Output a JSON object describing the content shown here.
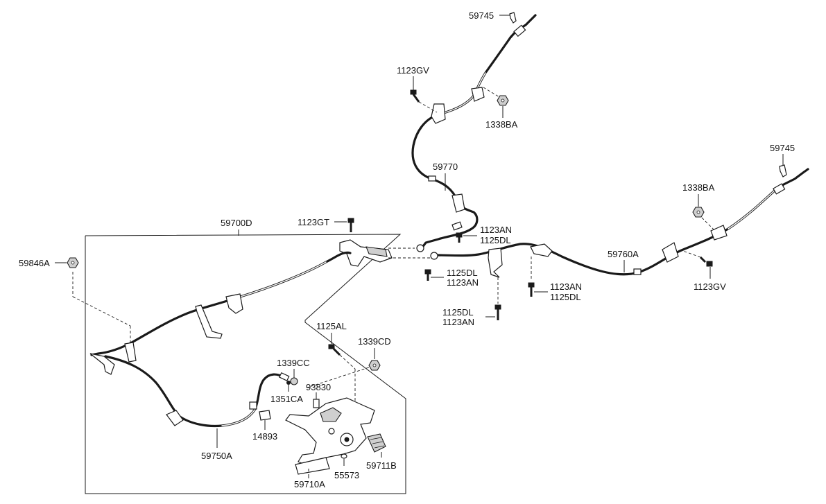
{
  "labels": {
    "p59745_top": "59745",
    "p1123gv_top": "1123GV",
    "p1338ba_top": "1338BA",
    "p59770": "59770",
    "p59745_right": "59745",
    "p1338ba_right": "1338BA",
    "p59700d": "59700D",
    "p1123gt": "1123GT",
    "p1123an_a": "1123AN",
    "p1125dl_a": "1125DL",
    "p59846a": "59846A",
    "p1125dl_b": "1125DL",
    "p1123an_b": "1123AN",
    "p59760a": "59760A",
    "p1123gv_right": "1123GV",
    "p1123an_c": "1123AN",
    "p1125dl_c": "1125DL",
    "p1125dl_d": "1125DL",
    "p1123an_d": "1123AN",
    "p1125al": "1125AL",
    "p1339cd": "1339CD",
    "p1339cc": "1339CC",
    "p93830": "93830",
    "p1351ca": "1351CA",
    "p14893": "14893",
    "p59750a": "59750A",
    "p59711b": "59711B",
    "p59710a": "59710A",
    "p55573": "55573"
  }
}
